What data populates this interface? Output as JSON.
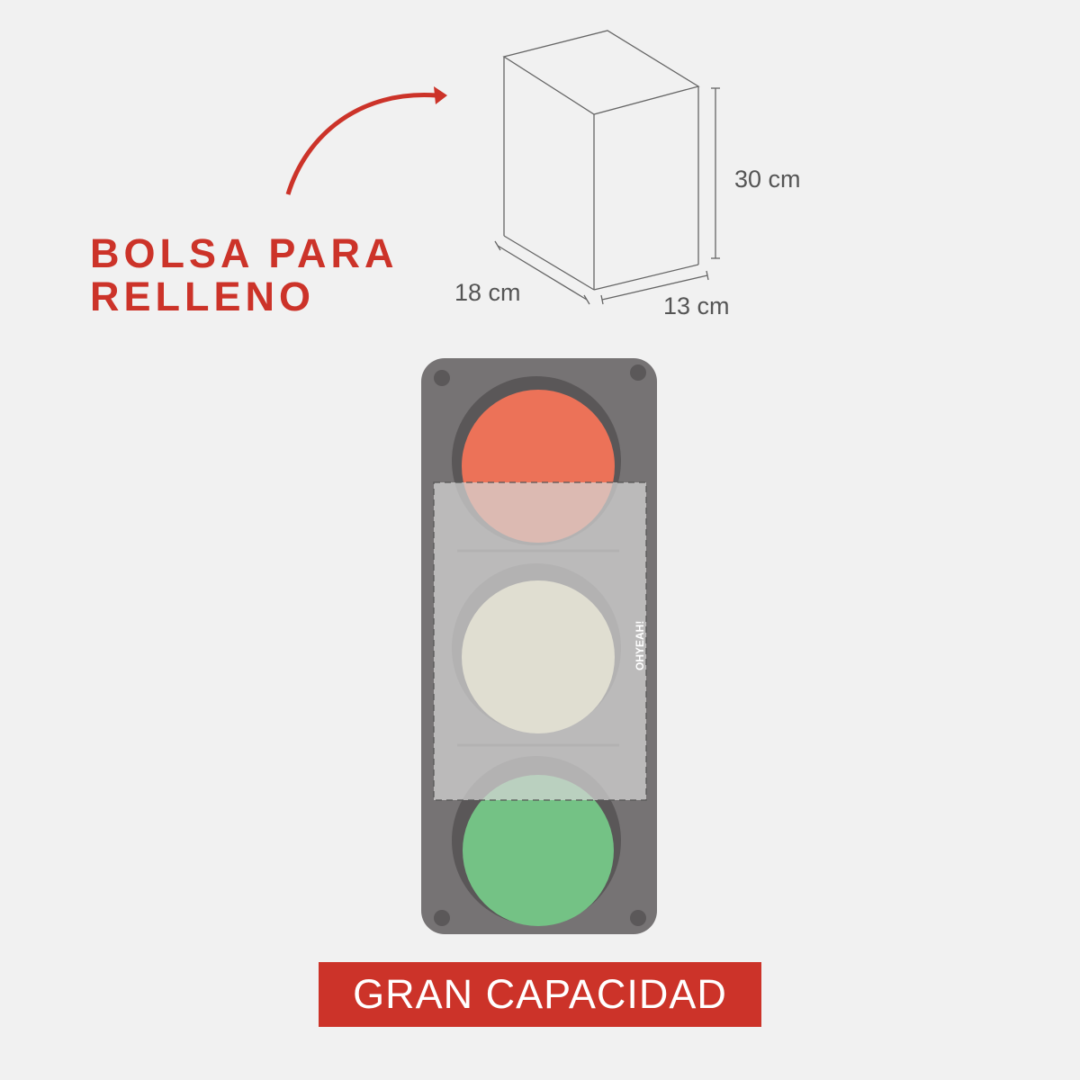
{
  "label": {
    "line1": "BOLSA PARA",
    "line2": "RELLENO"
  },
  "dimensions": {
    "height": "30 cm",
    "depth": "18 cm",
    "width": "13 cm"
  },
  "banner": "GRAN CAPACIDAD",
  "brand_logo": "OHYEAH!",
  "colors": {
    "accent": "#cc3329",
    "red_light": "#ec7258",
    "yellow_light": "#fbf2c6",
    "green_light": "#74c285",
    "housing": "#767374"
  }
}
